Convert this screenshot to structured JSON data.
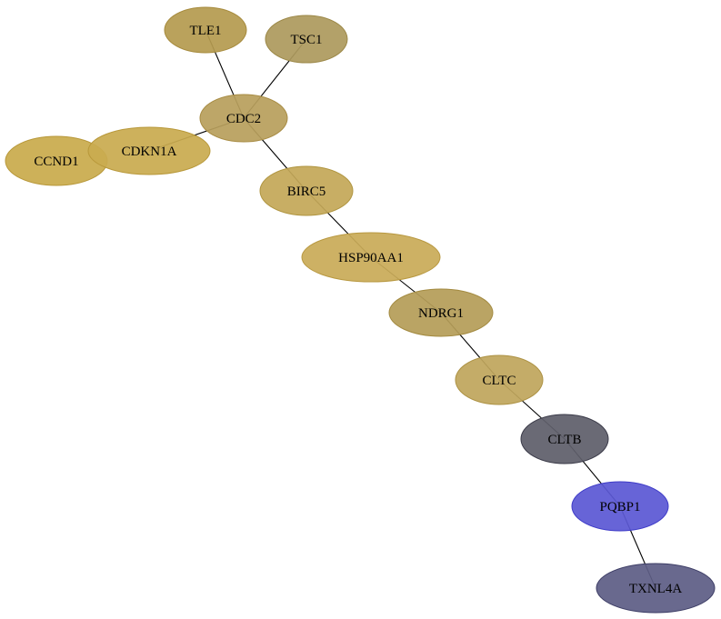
{
  "graph": {
    "nodes": [
      {
        "id": "TLE1",
        "label": "TLE1",
        "fill": "#b59b50",
        "stroke": "#a68a3c"
      },
      {
        "id": "TSC1",
        "label": "TSC1",
        "fill": "#ad9a5e",
        "stroke": "#9c8848"
      },
      {
        "id": "CDC2",
        "label": "CDC2",
        "fill": "#b89f5c",
        "stroke": "#a88c44"
      },
      {
        "id": "CDKN1A",
        "label": "CDKN1A",
        "fill": "#c9ab50",
        "stroke": "#b8983a"
      },
      {
        "id": "CCND1",
        "label": "CCND1",
        "fill": "#c9ab4c",
        "stroke": "#b8983a"
      },
      {
        "id": "BIRC5",
        "label": "BIRC5",
        "fill": "#c4a858",
        "stroke": "#b09540"
      },
      {
        "id": "HSP90AA1",
        "label": "HSP90AA1",
        "fill": "#c9ab58",
        "stroke": "#b89840"
      },
      {
        "id": "NDRG1",
        "label": "NDRG1",
        "fill": "#b59d58",
        "stroke": "#a38a40"
      },
      {
        "id": "CLTC",
        "label": "CLTC",
        "fill": "#c0a65c",
        "stroke": "#ad9244"
      },
      {
        "id": "CLTB",
        "label": "CLTB",
        "fill": "#5f5f6b",
        "stroke": "#3c3c4a"
      },
      {
        "id": "PQBP1",
        "label": "PQBP1",
        "fill": "#5b58d4",
        "stroke": "#3f3cc8"
      },
      {
        "id": "TXNL4A",
        "label": "TXNL4A",
        "fill": "#5e5e85",
        "stroke": "#3e3e66"
      }
    ],
    "edges": [
      {
        "source": "TLE1",
        "target": "CDC2"
      },
      {
        "source": "TSC1",
        "target": "CDC2"
      },
      {
        "source": "CDC2",
        "target": "CDKN1A"
      },
      {
        "source": "CDC2",
        "target": "BIRC5"
      },
      {
        "source": "BIRC5",
        "target": "HSP90AA1"
      },
      {
        "source": "HSP90AA1",
        "target": "NDRG1"
      },
      {
        "source": "NDRG1",
        "target": "CLTC"
      },
      {
        "source": "CLTC",
        "target": "CLTB"
      },
      {
        "source": "CLTB",
        "target": "PQBP1"
      },
      {
        "source": "PQBP1",
        "target": "TXNL4A"
      }
    ]
  }
}
